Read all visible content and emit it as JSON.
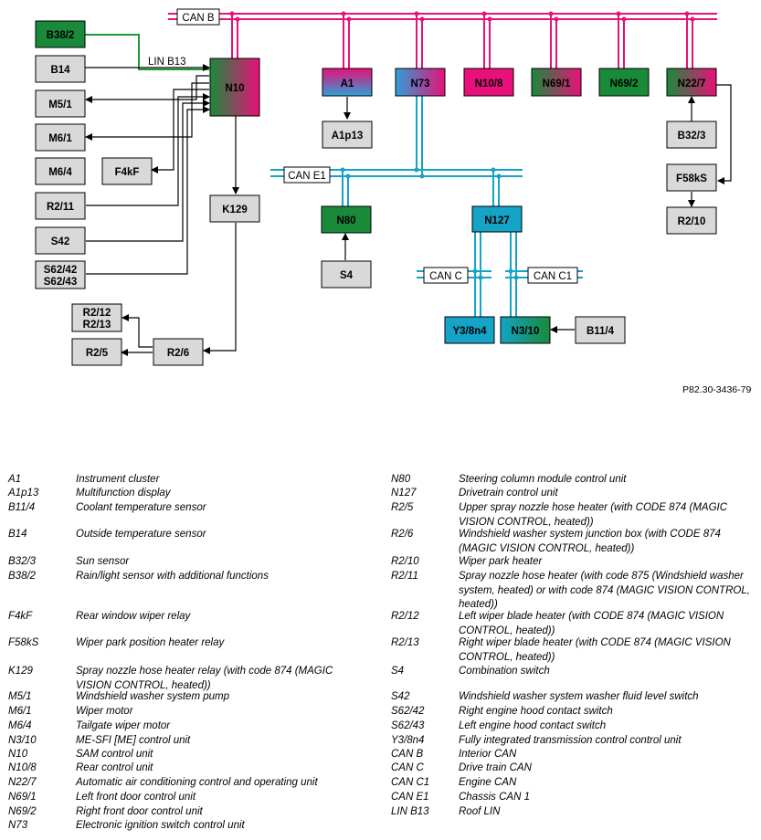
{
  "colors": {
    "can_b": "#e8107a",
    "can_e1": "#15a3c7",
    "lin": "#1a9a3a",
    "grey_box": "#d9d9d9",
    "green_dark": "#1a8a3a",
    "magenta": "#e8107a",
    "cyan": "#15a3c7",
    "blue": "#3a6fc0"
  },
  "buses": {
    "can_b": "CAN B",
    "can_e1": "CAN E1",
    "can_c": "CAN C",
    "can_c1": "CAN C1",
    "lin_b13": "LIN B13"
  },
  "components": {
    "B38_2": "B38/2",
    "B14": "B14",
    "M5_1": "M5/1",
    "M6_1": "M6/1",
    "M6_4": "M6/4",
    "F4kF": "F4kF",
    "R2_11": "R2/11",
    "S42": "S42",
    "S62_42": "S62/42",
    "S62_43": "S62/43",
    "N10": "N10",
    "K129": "K129",
    "R2_12": "R2/12",
    "R2_13": "R2/13",
    "R2_5": "R2/5",
    "R2_6": "R2/6",
    "A1": "A1",
    "A1p13": "A1p13",
    "N73": "N73",
    "N10_8": "N10/8",
    "N69_1": "N69/1",
    "N69_2": "N69/2",
    "N22_7": "N22/7",
    "B32_3": "B32/3",
    "F58kS": "F58kS",
    "R2_10": "R2/10",
    "N80": "N80",
    "S4": "S4",
    "N127": "N127",
    "Y3_8n4": "Y3/8n4",
    "N3_10": "N3/10",
    "B11_4": "B11/4"
  },
  "figure_ref": "P82.30-3436-79",
  "legend_left": [
    {
      "code": "A1",
      "desc": "Instrument cluster"
    },
    {
      "code": "A1p13",
      "desc": "Multifunction display"
    },
    {
      "code": "B11/4",
      "desc": "Coolant temperature sensor"
    },
    {
      "code": "B14",
      "desc": "Outside temperature sensor"
    },
    {
      "code": "B32/3",
      "desc": "Sun sensor"
    },
    {
      "code": "B38/2",
      "desc": "Rain/light sensor with additional functions"
    },
    {
      "code": "F4kF",
      "desc": "Rear window wiper relay"
    },
    {
      "code": "F58kS",
      "desc": "Wiper park position heater relay"
    },
    {
      "code": "K129",
      "desc": "Spray nozzle hose heater relay (with code 874 (MAGIC VISION CONTROL, heated))"
    },
    {
      "code": "M5/1",
      "desc": "Windshield washer system pump"
    },
    {
      "code": "M6/1",
      "desc": "Wiper motor"
    },
    {
      "code": "M6/4",
      "desc": "Tailgate wiper motor"
    },
    {
      "code": "N3/10",
      "desc": "ME-SFI [ME] control unit"
    },
    {
      "code": "N10",
      "desc": "SAM control unit"
    },
    {
      "code": "N10/8",
      "desc": "Rear control unit"
    },
    {
      "code": "N22/7",
      "desc": "Automatic air conditioning control and operating unit"
    },
    {
      "code": "N69/1",
      "desc": "Left front door control unit"
    },
    {
      "code": "N69/2",
      "desc": "Right front door control unit"
    },
    {
      "code": "N73",
      "desc": "Electronic ignition switch control unit"
    }
  ],
  "legend_right": [
    {
      "code": "N80",
      "desc": "Steering column module control unit"
    },
    {
      "code": "N127",
      "desc": "Drivetrain control unit"
    },
    {
      "code": "R2/5",
      "desc": "Upper spray nozzle hose heater (with CODE 874 (MAGIC VISION CONTROL, heated))"
    },
    {
      "code": "R2/6",
      "desc": "Windshield washer system junction box (with CODE 874 (MAGIC VISION CONTROL, heated))"
    },
    {
      "code": "R2/10",
      "desc": "Wiper park heater"
    },
    {
      "code": "R2/11",
      "desc": "Spray nozzle hose heater (with code 875 (Windshield washer system, heated) or with code 874 (MAGIC VISION CONTROL, heated))"
    },
    {
      "code": "R2/12",
      "desc": "Left wiper blade heater (with CODE 874 (MAGIC VISION CONTROL, heated))"
    },
    {
      "code": "R2/13",
      "desc": "Right wiper blade heater (with CODE 874 (MAGIC VISION CONTROL, heated))"
    },
    {
      "code": "S4",
      "desc": "Combination switch"
    },
    {
      "code": "S42",
      "desc": "Windshield washer system washer fluid level switch"
    },
    {
      "code": "S62/42",
      "desc": "Right engine hood contact switch"
    },
    {
      "code": "S62/43",
      "desc": "Left engine hood contact switch"
    },
    {
      "code": "Y3/8n4",
      "desc": "Fully integrated transmission control control unit"
    },
    {
      "code": "CAN B",
      "desc": "Interior CAN"
    },
    {
      "code": "CAN C",
      "desc": "Drive train CAN"
    },
    {
      "code": "CAN C1",
      "desc": "Engine CAN"
    },
    {
      "code": "CAN E1",
      "desc": "Chassis CAN 1"
    },
    {
      "code": "LIN B13",
      "desc": "Roof LIN"
    }
  ]
}
